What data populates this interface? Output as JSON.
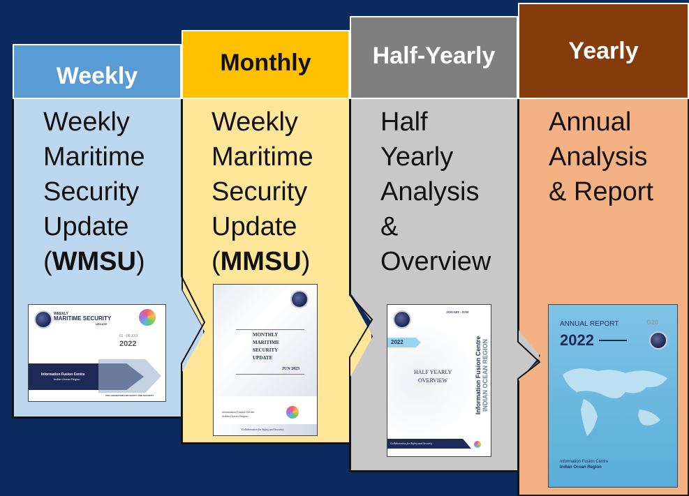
{
  "columns": [
    {
      "header": "Weekly",
      "lines": [
        "Weekly",
        "Maritime",
        "Security",
        "Update"
      ],
      "paren_open": "(",
      "acronym": "WMSU",
      "paren_close": ")",
      "thumb": {
        "t1": "WEEKLY",
        "t2": "MARITIME SECURITY",
        "t3": "UPDATE",
        "dates": "01 - 08 XXX",
        "year": "2022",
        "org1": "Information Fusion Centre",
        "org2": "Indian Ocean Region",
        "tagline": "COLLABORATION FOR SAFETY AND SECURITY"
      }
    },
    {
      "header": "Monthly",
      "lines": [
        "Weekly",
        "Maritime",
        "Security",
        "Update"
      ],
      "paren_open": "(",
      "acronym": "MMSU",
      "paren_close": ")",
      "thumb": {
        "t1": "MONTHLY",
        "t2": "MARITIME",
        "t3": "SECURITY",
        "t4": "UPDATE",
        "date": "JUN 2023",
        "org1": "Information Fusion Centre",
        "org2": "Indian Ocean Region",
        "tagline": "Collaboration for Safety and Security"
      }
    },
    {
      "header": "Half-Yearly",
      "lines": [
        "Half",
        "Yearly",
        "Analysis",
        "&",
        "Overview"
      ],
      "thumb": {
        "range": "JANUARY - JUNE",
        "year": "2022",
        "t1": "HALF YEARLY",
        "t2": "OVERVIEW",
        "side1": "Information Fusion Centre",
        "side2": "INDIAN OCEAN REGION",
        "tagline": "Collaboration for Safety and Security"
      }
    },
    {
      "header": "Yearly",
      "lines": [
        "Annual",
        "Analysis",
        "& Report"
      ],
      "thumb": {
        "t1": "ANNUAL REPORT",
        "year": "2022",
        "badge": "G20",
        "org1": "Information Fusion Centre",
        "org2": "Indian Ocean Region"
      }
    }
  ],
  "colors": {
    "background": "#0b2a5e",
    "weekly_header": "#5b9bd5",
    "weekly_body": "#bdd7ee",
    "monthly_header": "#ffc000",
    "monthly_body": "#ffe699",
    "halfyearly_header": "#7f7f7f",
    "halfyearly_body": "#c8c8c8",
    "yearly_header": "#843c0c",
    "yearly_body": "#f4b183"
  }
}
